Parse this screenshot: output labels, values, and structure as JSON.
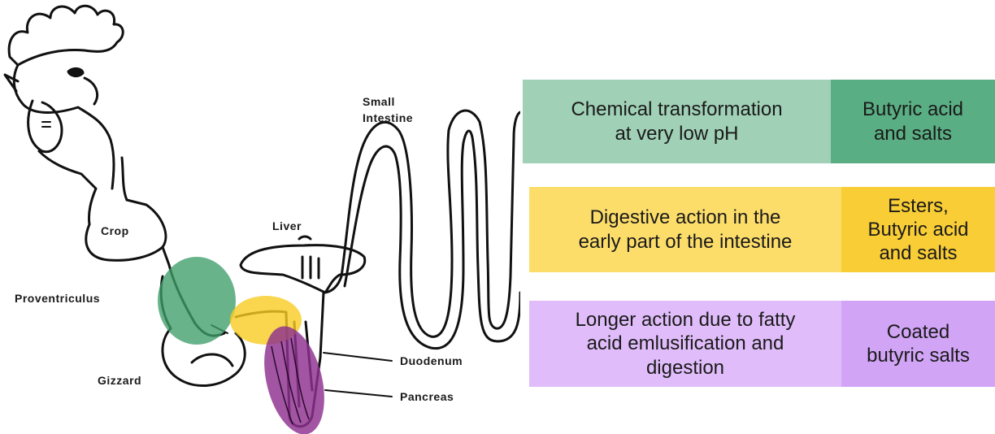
{
  "anatomy_labels": {
    "small_intestine_line1": "Small",
    "small_intestine_line2": "Intestine",
    "crop": "Crop",
    "liver": "Liver",
    "proventriculus": "Proventriculus",
    "duodenum": "Duodenum",
    "gizzard": "Gizzard",
    "pancreas": "Pancreas"
  },
  "highlight_colors": {
    "green": "#3f9e6a",
    "yellow": "#f7cc22",
    "purple": "#8e2f8e"
  },
  "rows": [
    {
      "color": "green",
      "description": [
        "Chemical transformation",
        "at very low pH"
      ],
      "agent": [
        "Butyric acid",
        "and salts"
      ]
    },
    {
      "color": "yellow",
      "description": [
        "Digestive action in the",
        "early part of the intestine"
      ],
      "agent": [
        "Esters,",
        "Butyric acid",
        "and salts"
      ]
    },
    {
      "color": "purple",
      "description": [
        "Longer action due to fatty",
        "acid emlusification and",
        "digestion"
      ],
      "agent": [
        "Coated",
        "butyric salts"
      ]
    }
  ]
}
